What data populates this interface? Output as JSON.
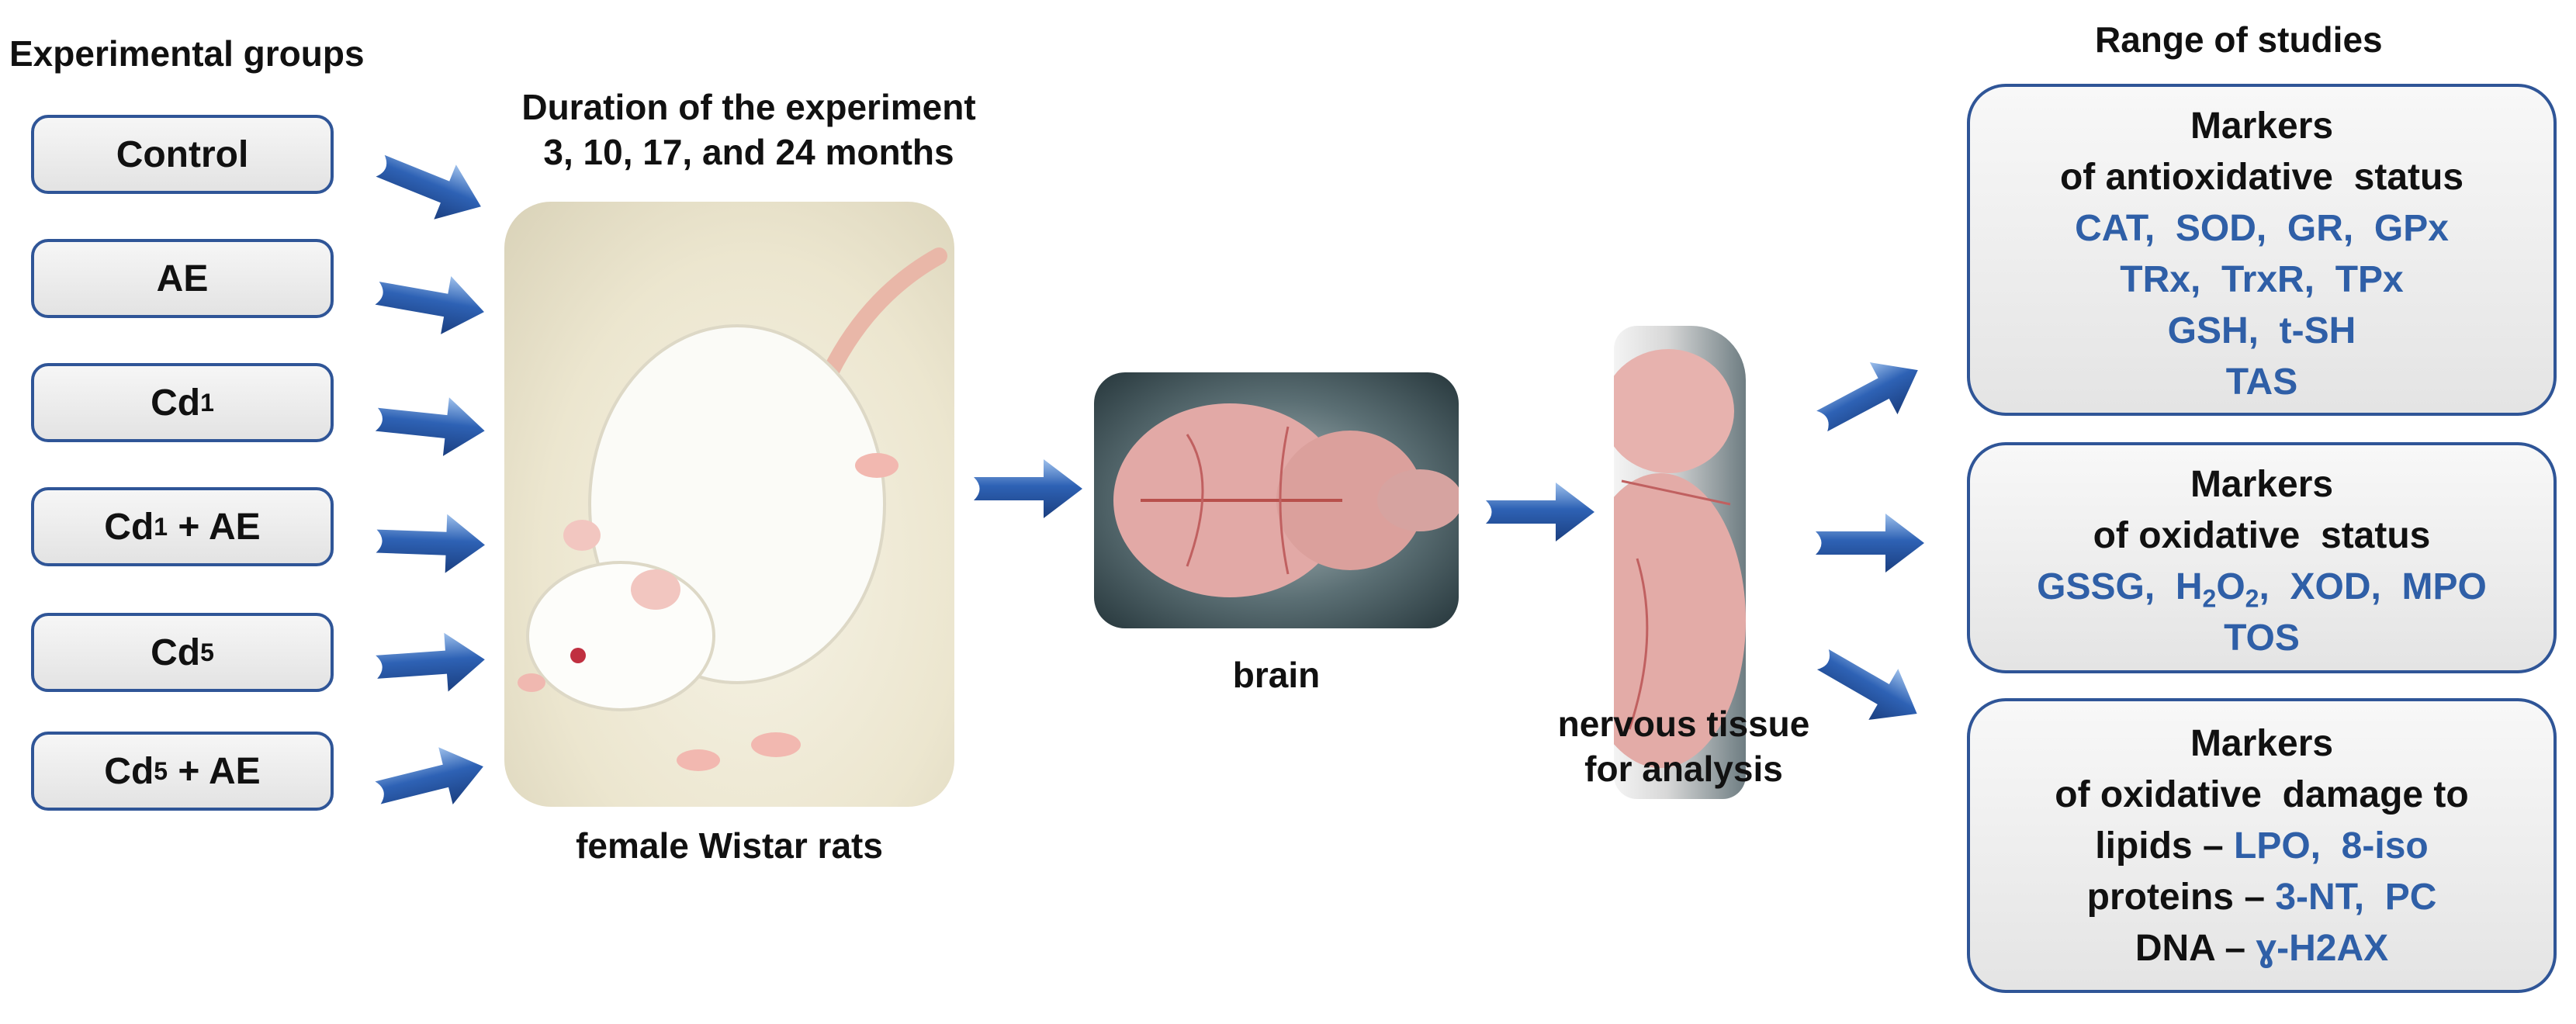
{
  "headers": {
    "experimental_groups": "Experimental  groups",
    "duration_line1": "Duration of the experiment",
    "duration_line2": "3,  10,  17,  and  24  months",
    "range_of_studies": "Range of studies"
  },
  "groups": [
    {
      "base": "Control",
      "sub": "",
      "suffix": ""
    },
    {
      "base": "AE",
      "sub": "",
      "suffix": ""
    },
    {
      "base": "Cd",
      "sub": "1",
      "suffix": ""
    },
    {
      "base": "Cd",
      "sub": "1",
      "suffix": " + AE"
    },
    {
      "base": "Cd",
      "sub": "5",
      "suffix": ""
    },
    {
      "base": "Cd",
      "sub": "5",
      "suffix": " + AE"
    }
  ],
  "labels": {
    "rat": "female  Wistar rats",
    "brain": "brain",
    "tissue_line1": "nervous  tissue",
    "tissue_line2": "for analysis"
  },
  "studies": {
    "antioxidative": {
      "title1": "Markers",
      "title2": "of antioxidative  status",
      "line1": "CAT,  SOD,  GR,  GPx",
      "line2": "TRx,  TrxR,  TPx",
      "line3": "GSH,  t-SH",
      "line4": "TAS"
    },
    "oxidative": {
      "title1": "Markers",
      "title2": "of oxidative  status",
      "gssg": "GSSG,  H",
      "h2o2_sub1": "2",
      "h2o2_o": "O",
      "h2o2_sub2": "2",
      "rest": ",  XOD,  MPO",
      "line2": "TOS"
    },
    "damage": {
      "title1": "Markers",
      "title2": "of oxidative  damage to",
      "lipids_label": "lipids – ",
      "lipids_values": "LPO,  8-iso",
      "proteins_label": "proteins – ",
      "proteins_values": "3-NT,  PC",
      "dna_label": "DNA – ",
      "dna_values": "ɣ-H2AX"
    }
  },
  "colors": {
    "box_border": "#2f5597",
    "marker_text": "#2f5fa7",
    "arrow": "#2e62b5"
  }
}
